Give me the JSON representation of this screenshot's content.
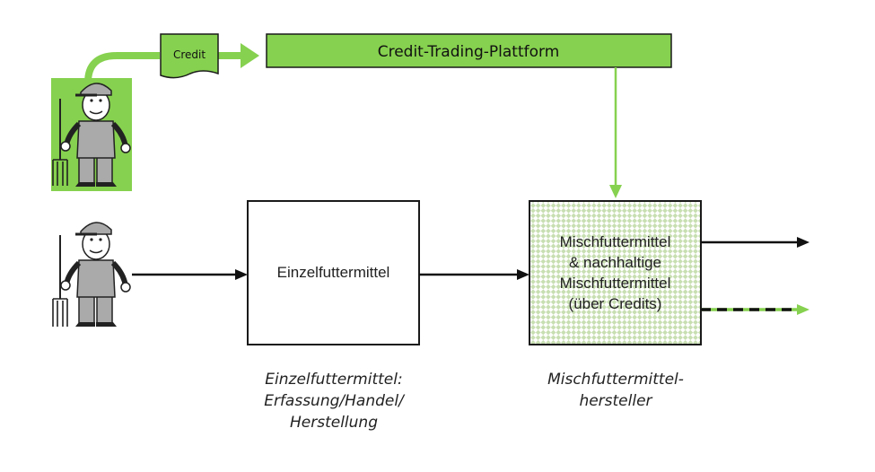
{
  "colors": {
    "green": "#86d14f",
    "green_dark": "#5e9e2e",
    "box_border": "#1a1a1a",
    "pattern": "#c8dfb2"
  },
  "icons": {
    "farmer_top": "farmer-icon",
    "farmer_bottom": "farmer-icon",
    "credit_doc": "document-icon"
  },
  "credit_label": "Credit",
  "platform_label": "Credit-Trading-Plattform",
  "einzel_box_label": "Einzelfuttermittel",
  "misch_box_lines": [
    "Mischfuttermittel",
    "& nachhaltige",
    "Mischfuttermittel",
    "(über Credits)"
  ],
  "caption_einzel": [
    "Einzelfuttermittel:",
    "Erfassung/Handel/",
    "Herstellung"
  ],
  "caption_misch": [
    "Mischfuttermittel-",
    "hersteller"
  ]
}
